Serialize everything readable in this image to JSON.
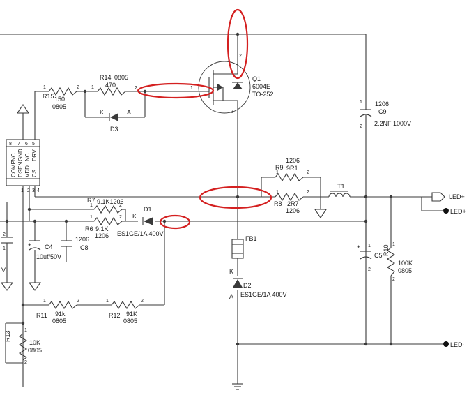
{
  "components": {
    "q1": {
      "ref": "Q1",
      "value": "6004E",
      "package": "TO-252",
      "pin2": "2",
      "pin3": "3",
      "pin1": "1"
    },
    "r14": {
      "ref": "R14",
      "pkg": "0805",
      "value": "470",
      "pin1": "1",
      "pin2": "2"
    },
    "r15": {
      "ref": "R15",
      "value": "150",
      "pkg": "0805",
      "pin1": "1",
      "pin2": "2"
    },
    "d3": {
      "ref": "D3",
      "k": "K",
      "a": "A"
    },
    "c9": {
      "ref": "C9",
      "pkg": "1206",
      "value": "2.2NF 1000V",
      "pin1": "1",
      "pin2": "2"
    },
    "r9": {
      "ref": "R9",
      "pkg": "1206",
      "value": "9R1",
      "pin1": "1",
      "pin2": "2"
    },
    "r8": {
      "ref": "R8",
      "value": "2R7",
      "pkg": "1206",
      "pin1": "1",
      "pin2": "2"
    },
    "t1": {
      "ref": "T1"
    },
    "led_pos_label": "LED+",
    "led_pos_pad": "LED+",
    "led_neg_pad": "LED-",
    "r7": {
      "ref": "R7",
      "value": "9.1K1206",
      "pin1": "1",
      "pin2": "2"
    },
    "r6": {
      "ref": "R6",
      "value": "9.1K",
      "pkg": "1206",
      "pin1": "1",
      "pin2": "2"
    },
    "d1": {
      "ref": "D1",
      "k": "K",
      "value": "ES1GE/1A 400V"
    },
    "fb1": {
      "ref": "FB1"
    },
    "d2": {
      "ref": "D2",
      "k": "K",
      "a": "A",
      "value": "ES1GE/1A 400V"
    },
    "c5": {
      "ref": "C5",
      "pin1": "1",
      "pin2": "2"
    },
    "r10": {
      "ref": "R10",
      "value": "100K",
      "pkg": "0805",
      "pin1": "1",
      "pin2": "2"
    },
    "c4": {
      "ref": "C4",
      "value": "10uf/50V"
    },
    "c8": {
      "ref": "C8",
      "pkg": "1206"
    },
    "r11": {
      "ref": "R11",
      "value": "91k",
      "pkg": "0805",
      "pin1": "1",
      "pin2": "2"
    },
    "r12": {
      "ref": "R12",
      "value": "91K",
      "pkg": "0805",
      "pin1": "1",
      "pin2": "2"
    },
    "r13": {
      "ref": "R13",
      "value": "10K",
      "pkg": "0805",
      "pin1": "1",
      "pin2": "2"
    },
    "ic": {
      "pins_top": [
        "8",
        "7",
        "6",
        "5"
      ],
      "names_top": [
        "COMP",
        "DSEN",
        "VDD",
        "CS"
      ],
      "names_bottom": [
        "NC",
        "GND",
        "NC",
        "DRV"
      ],
      "pins_bottom": [
        "1",
        "2",
        "3",
        "4"
      ]
    },
    "left_cap": {
      "pin2": "2",
      "pin1": "1",
      "v": "V"
    }
  },
  "colors": {
    "wire": "#3a3a3a",
    "highlight": "#d42020",
    "background": "#ffffff"
  }
}
